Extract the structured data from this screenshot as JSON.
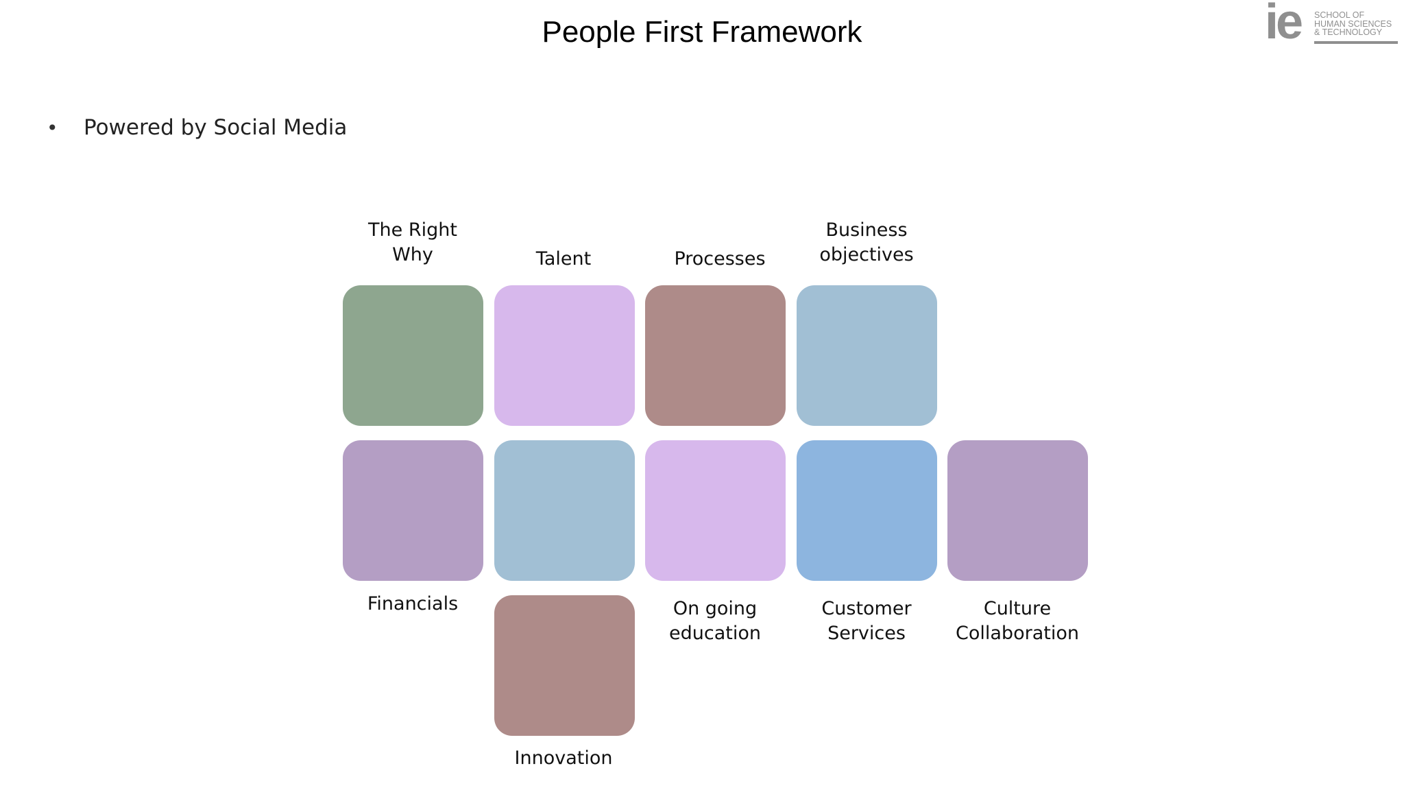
{
  "slide": {
    "title": "People First Framework",
    "bullet": "Powered by Social Media"
  },
  "logo": {
    "mark": "ie",
    "line1": "SCHOOL OF",
    "line2": "HUMAN SCIENCES",
    "line3": "& TECHNOLOGY"
  },
  "labels": {
    "the_right_why_1": "The Right",
    "the_right_why_2": "Why",
    "talent": "Talent",
    "processes": "Processes",
    "business_objectives_1": "Business",
    "business_objectives_2": "objectives",
    "financials": "Financials",
    "on_going_education_1": "On going",
    "on_going_education_2": "education",
    "customer_services_1": "Customer",
    "customer_services_2": "Services",
    "culture_collaboration_1": "Culture",
    "culture_collaboration_2": "Collaboration",
    "innovation": "Innovation"
  },
  "colors": {
    "sage_green": "#8ea68f",
    "lavender": "#d7b8ec",
    "mauve_brown": "#ae8b89",
    "light_blue": "#a1bfd4",
    "purple_gray": "#b49ec4",
    "sky_blue": "#8db5df"
  }
}
